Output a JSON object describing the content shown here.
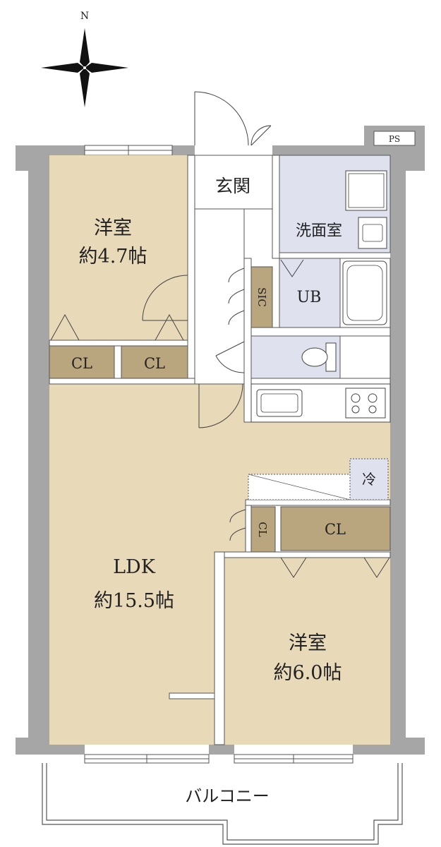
{
  "compass": {
    "north": "N"
  },
  "rooms": {
    "western_room_1": {
      "name": "洋室",
      "size": "約4.7帖"
    },
    "western_room_2": {
      "name": "洋室",
      "size": "約6.0帖"
    },
    "ldk": {
      "name": "LDK",
      "size": "約15.5帖"
    },
    "entrance": {
      "name": "玄関"
    },
    "washroom": {
      "name": "洗面室"
    },
    "unit_bath": {
      "name": "UB"
    },
    "walk_in_closet": {
      "name": "SIC"
    },
    "refrigerator": {
      "name": "冷"
    },
    "pipe_space": {
      "name": "PS"
    },
    "balcony": {
      "name": "バルコニー"
    }
  },
  "closets": {
    "cl_1": "CL",
    "cl_2": "CL",
    "cl_3": "CL",
    "cl_4": "CL"
  },
  "colors": {
    "wall": "#a6a6a6",
    "room": "#e8d9b8",
    "closet": "#b9a57e",
    "wet_area": "#dfe2ee",
    "white": "#ffffff",
    "line": "#333333"
  }
}
